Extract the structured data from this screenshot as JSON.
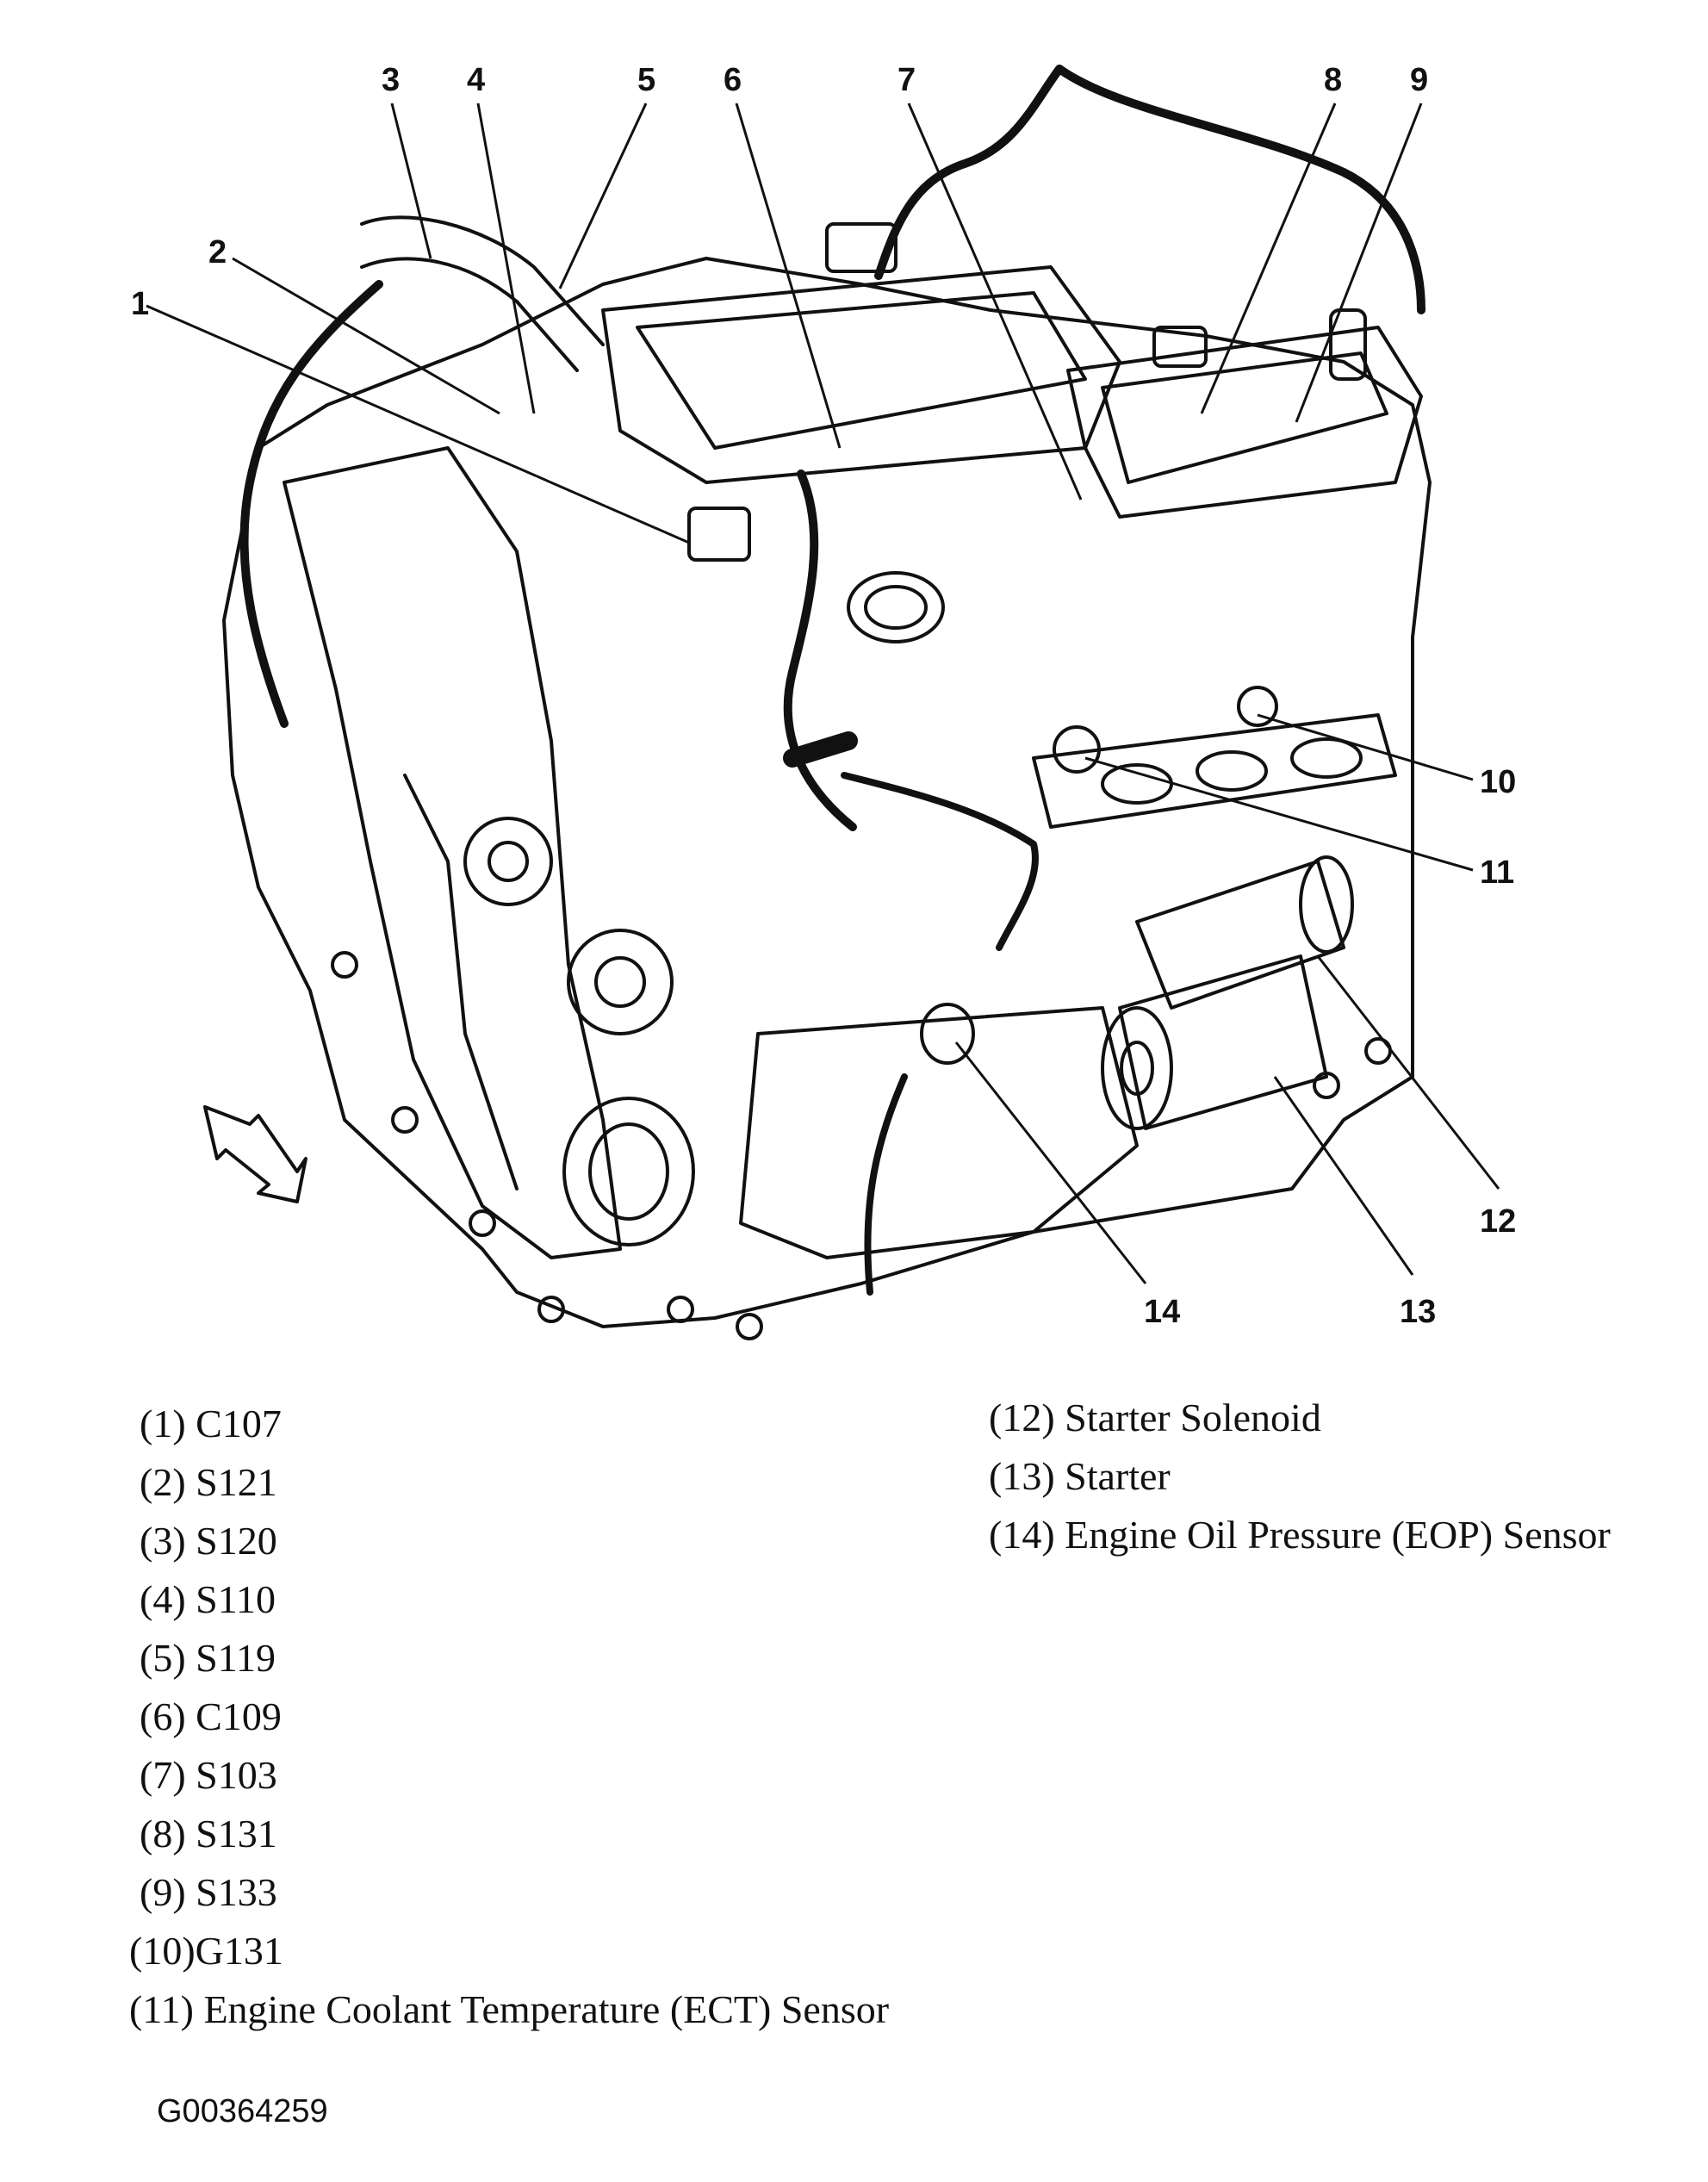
{
  "callouts": [
    "1",
    "2",
    "3",
    "4",
    "5",
    "6",
    "7",
    "8",
    "9",
    "10",
    "11",
    "12",
    "13",
    "14"
  ],
  "legend_left": [
    {
      "num": "(1)",
      "text": "C107"
    },
    {
      "num": "(2)",
      "text": "S121"
    },
    {
      "num": "(3)",
      "text": "S120"
    },
    {
      "num": "(4)",
      "text": "S110"
    },
    {
      "num": "(5)",
      "text": "S119"
    },
    {
      "num": "(6)",
      "text": "C109"
    },
    {
      "num": "(7)",
      "text": "S103"
    },
    {
      "num": "(8)",
      "text": "S131"
    },
    {
      "num": "(9)",
      "text": "S133"
    },
    {
      "num": "(10)",
      "text": "G131"
    },
    {
      "num": "(11)",
      "text": "Engine Coolant Temperature (ECT) Sensor"
    }
  ],
  "legend_right": [
    {
      "num": "(12)",
      "text": "Starter Solenoid"
    },
    {
      "num": "(13)",
      "text": "Starter"
    },
    {
      "num": "(14)",
      "text": "Engine Oil Pressure (EOP) Sensor"
    }
  ],
  "figure_id": "G00364259",
  "colors": {
    "ink": "#111111",
    "background": "#ffffff"
  }
}
